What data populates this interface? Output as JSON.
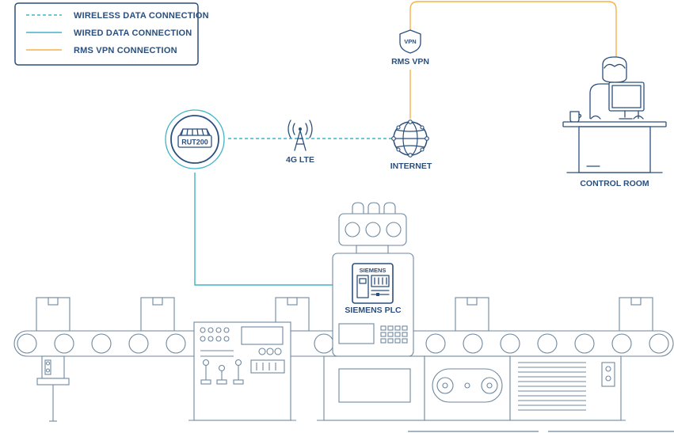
{
  "legend": {
    "items": [
      {
        "label": "WIRELESS DATA CONNECTION",
        "style": "dashed",
        "color": "#3fb3c8"
      },
      {
        "label": "WIRED DATA CONNECTION",
        "style": "solid",
        "color": "#3fb3c8"
      },
      {
        "label": "RMS VPN CONNECTION",
        "style": "solid",
        "color": "#f5b24a"
      }
    ]
  },
  "nodes": {
    "router": {
      "label": "RUT200",
      "icon": "router-icon"
    },
    "lte": {
      "label": "4G LTE",
      "icon": "cell-tower-icon"
    },
    "internet": {
      "label": "INTERNET",
      "icon": "globe-icon"
    },
    "vpn": {
      "label": "RMS VPN",
      "badge": "VPN",
      "icon": "shield-icon"
    },
    "control_room": {
      "label": "CONTROL ROOM",
      "icon": "operator-desk-icon"
    },
    "plc": {
      "label": "SIEMENS PLC",
      "brand": "SIEMENS",
      "icon": "plc-icon"
    }
  },
  "colors": {
    "line": "#2b4f7c",
    "light_line": "#6f879f",
    "wireless": "#3fb3c8",
    "wired": "#3fb3c8",
    "vpn": "#f5b24a"
  }
}
